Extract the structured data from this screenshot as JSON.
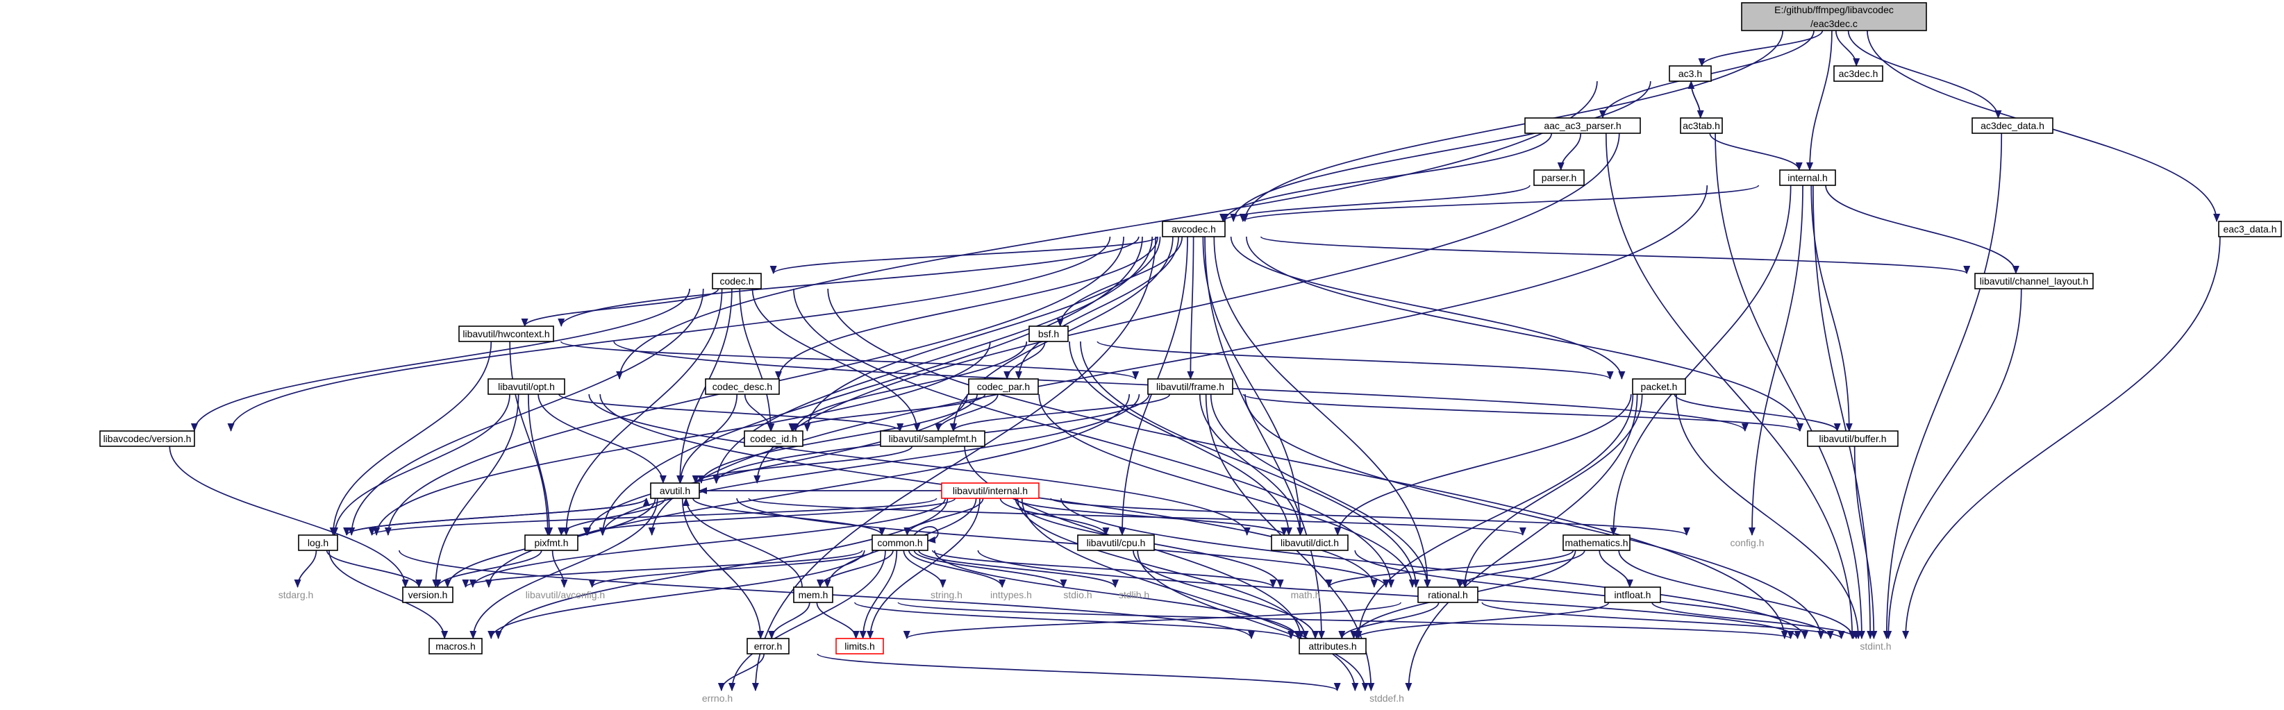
{
  "colors": {
    "edge": "#191970",
    "root_fill": "#bfbfbf",
    "red_border": "#ff0000",
    "system_text": "#8c8c8c"
  },
  "nodes": [
    {
      "id": "root",
      "lines": [
        "E:/github/ffmpeg/libavcodec",
        "/eac3dec.c"
      ],
      "style": "root"
    },
    {
      "id": "ac3h",
      "lines": [
        "ac3.h"
      ],
      "style": "std"
    },
    {
      "id": "ac3dech",
      "lines": [
        "ac3dec.h"
      ],
      "style": "std"
    },
    {
      "id": "ac3tab",
      "lines": [
        "ac3tab.h"
      ],
      "style": "std"
    },
    {
      "id": "aacparser",
      "lines": [
        "aac_ac3_parser.h"
      ],
      "style": "std"
    },
    {
      "id": "ac3decdata",
      "lines": [
        "ac3dec_data.h"
      ],
      "style": "std"
    },
    {
      "id": "parserh",
      "lines": [
        "parser.h"
      ],
      "style": "std"
    },
    {
      "id": "internalh",
      "lines": [
        "internal.h"
      ],
      "style": "std"
    },
    {
      "id": "avcodech",
      "lines": [
        "avcodec.h"
      ],
      "style": "std"
    },
    {
      "id": "eac3data",
      "lines": [
        "eac3_data.h"
      ],
      "style": "std"
    },
    {
      "id": "codech",
      "lines": [
        "codec.h"
      ],
      "style": "std"
    },
    {
      "id": "chanlayout",
      "lines": [
        "libavutil/channel_layout.h"
      ],
      "style": "std"
    },
    {
      "id": "hwcontext",
      "lines": [
        "libavutil/hwcontext.h"
      ],
      "style": "std"
    },
    {
      "id": "bsfh",
      "lines": [
        "bsf.h"
      ],
      "style": "std"
    },
    {
      "id": "opth",
      "lines": [
        "libavutil/opt.h"
      ],
      "style": "std"
    },
    {
      "id": "codecdesc",
      "lines": [
        "codec_desc.h"
      ],
      "style": "std"
    },
    {
      "id": "codecpar",
      "lines": [
        "codec_par.h"
      ],
      "style": "std"
    },
    {
      "id": "frameh",
      "lines": [
        "libavutil/frame.h"
      ],
      "style": "std"
    },
    {
      "id": "packeth",
      "lines": [
        "packet.h"
      ],
      "style": "std"
    },
    {
      "id": "lavcversion",
      "lines": [
        "libavcodec/version.h"
      ],
      "style": "std"
    },
    {
      "id": "codecid",
      "lines": [
        "codec_id.h"
      ],
      "style": "std"
    },
    {
      "id": "samplefmt",
      "lines": [
        "libavutil/samplefmt.h"
      ],
      "style": "std"
    },
    {
      "id": "bufferh",
      "lines": [
        "libavutil/buffer.h"
      ],
      "style": "std"
    },
    {
      "id": "avutilh",
      "lines": [
        "avutil.h"
      ],
      "style": "std"
    },
    {
      "id": "lavuinternal",
      "lines": [
        "libavutil/internal.h"
      ],
      "style": "red"
    },
    {
      "id": "logh",
      "lines": [
        "log.h"
      ],
      "style": "std"
    },
    {
      "id": "pixfmt",
      "lines": [
        "pixfmt.h"
      ],
      "style": "std"
    },
    {
      "id": "commonh",
      "lines": [
        "common.h"
      ],
      "style": "std"
    },
    {
      "id": "cpuh",
      "lines": [
        "libavutil/cpu.h"
      ],
      "style": "std"
    },
    {
      "id": "dicth",
      "lines": [
        "libavutil/dict.h"
      ],
      "style": "std"
    },
    {
      "id": "configh",
      "lines": [
        "config.h"
      ],
      "style": "sys"
    },
    {
      "id": "mathematics",
      "lines": [
        "mathematics.h"
      ],
      "style": "std"
    },
    {
      "id": "versionh",
      "lines": [
        "version.h"
      ],
      "style": "std"
    },
    {
      "id": "stdargh",
      "lines": [
        "stdarg.h"
      ],
      "style": "sys"
    },
    {
      "id": "avconfig",
      "lines": [
        "libavutil/avconfig.h"
      ],
      "style": "sys"
    },
    {
      "id": "stringh",
      "lines": [
        "string.h"
      ],
      "style": "sys"
    },
    {
      "id": "inttypes",
      "lines": [
        "inttypes.h"
      ],
      "style": "sys"
    },
    {
      "id": "stdioh",
      "lines": [
        "stdio.h"
      ],
      "style": "sys"
    },
    {
      "id": "stdlibh",
      "lines": [
        "stdlib.h"
      ],
      "style": "sys"
    },
    {
      "id": "mathh",
      "lines": [
        "math.h"
      ],
      "style": "sys"
    },
    {
      "id": "rationalh",
      "lines": [
        "rational.h"
      ],
      "style": "std"
    },
    {
      "id": "intfloat",
      "lines": [
        "intfloat.h"
      ],
      "style": "std"
    },
    {
      "id": "memh",
      "lines": [
        "mem.h"
      ],
      "style": "std"
    },
    {
      "id": "macrosh",
      "lines": [
        "macros.h"
      ],
      "style": "std"
    },
    {
      "id": "limitsh",
      "lines": [
        "limits.h"
      ],
      "style": "red"
    },
    {
      "id": "errorh",
      "lines": [
        "error.h"
      ],
      "style": "std"
    },
    {
      "id": "attributes",
      "lines": [
        "attributes.h"
      ],
      "style": "std"
    },
    {
      "id": "stdinth",
      "lines": [
        "stdint.h"
      ],
      "style": "sys"
    },
    {
      "id": "errnoh",
      "lines": [
        "errno.h"
      ],
      "style": "sys"
    },
    {
      "id": "stddefh",
      "lines": [
        "stddef.h"
      ],
      "style": "sys"
    }
  ]
}
